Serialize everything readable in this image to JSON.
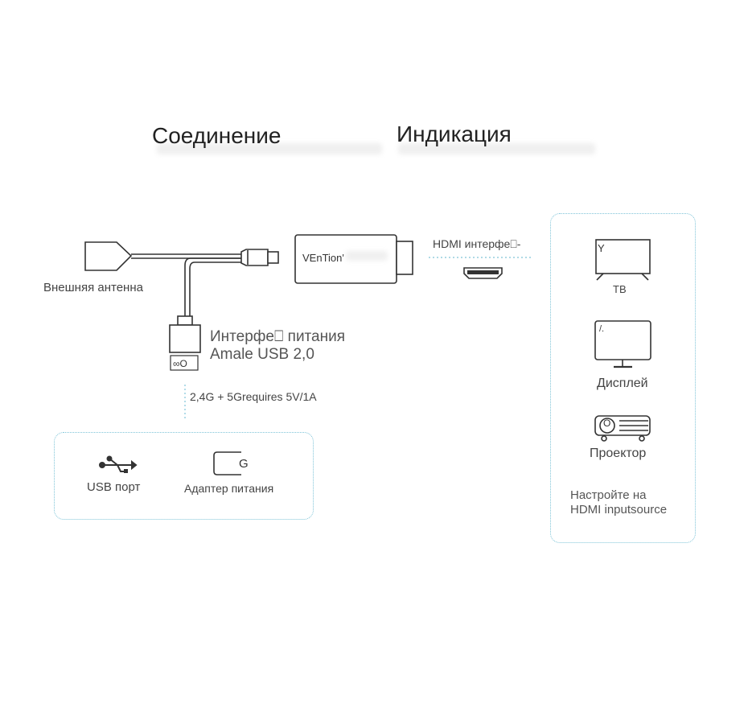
{
  "titles": {
    "connection": "Соединение",
    "indication": "Индикация"
  },
  "labels": {
    "antenna": "Внешняя антенна",
    "power_interface_line1": "Интерфе⎕ питания",
    "power_interface_line2": "Amale USB 2,0",
    "plug_mark": "∞O",
    "device_brand": "VEnTion'",
    "hdmi_interface": "HDMI интерфе⎕-",
    "power_spec": "2,4G + 5Grequires 5V/1A",
    "usb_port": "USB порт",
    "power_adapter": "Адаптер питания",
    "adapter_mark": "G",
    "tv": "ТВ",
    "tv_mark": "Y",
    "display": "Дисплей",
    "display_mark": "/.",
    "projector": "Проектор",
    "projector_mark": "O",
    "hdmi_setup_line1": "Настройте на",
    "hdmi_setup_line2": "HDMI inputsource"
  },
  "colors": {
    "line": "#333333",
    "dotted_border": "#7fc4d8",
    "text": "#444444"
  }
}
